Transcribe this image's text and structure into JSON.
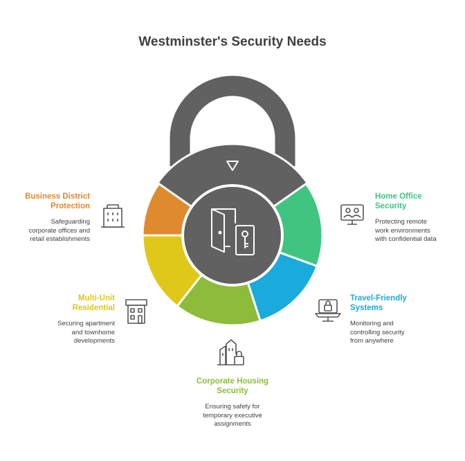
{
  "title": "Westminster's Security Needs",
  "colors": {
    "lock": "#616161",
    "business": "#E08A2E",
    "home": "#3FC57F",
    "travel": "#1BAADC",
    "corporate": "#8DBC3A",
    "multiunit": "#E0C81A",
    "icon": "#555555"
  },
  "segments": [
    {
      "id": "home-office",
      "title_lines": [
        "Home Office",
        "Security"
      ],
      "desc_lines": [
        "Protecting remote",
        "work environments",
        "with confidential data"
      ],
      "icon": "video-call-icon"
    },
    {
      "id": "travel-friendly",
      "title_lines": [
        "Travel-Friendly",
        "Systems"
      ],
      "desc_lines": [
        "Monitoring and",
        "controlling security",
        "from anywhere"
      ],
      "icon": "laptop-lock-icon"
    },
    {
      "id": "corporate-housing",
      "title_lines": [
        "Corporate Housing",
        "Security"
      ],
      "desc_lines": [
        "Ensuring safety for",
        "temporary executive",
        "assignments"
      ],
      "icon": "buildings-lock-icon"
    },
    {
      "id": "multi-unit",
      "title_lines": [
        "Multi-Unit",
        "Residential"
      ],
      "desc_lines": [
        "Securing apartment",
        "and townhome",
        "developments"
      ],
      "icon": "apartment-icon"
    },
    {
      "id": "business-district",
      "title_lines": [
        "Business District",
        "Protection"
      ],
      "desc_lines": [
        "Safeguarding",
        "corporate offices and",
        "retail establishments"
      ],
      "icon": "office-building-icon"
    }
  ],
  "center_icon": "door-key-icon",
  "top_icon": "triangle-down-icon"
}
